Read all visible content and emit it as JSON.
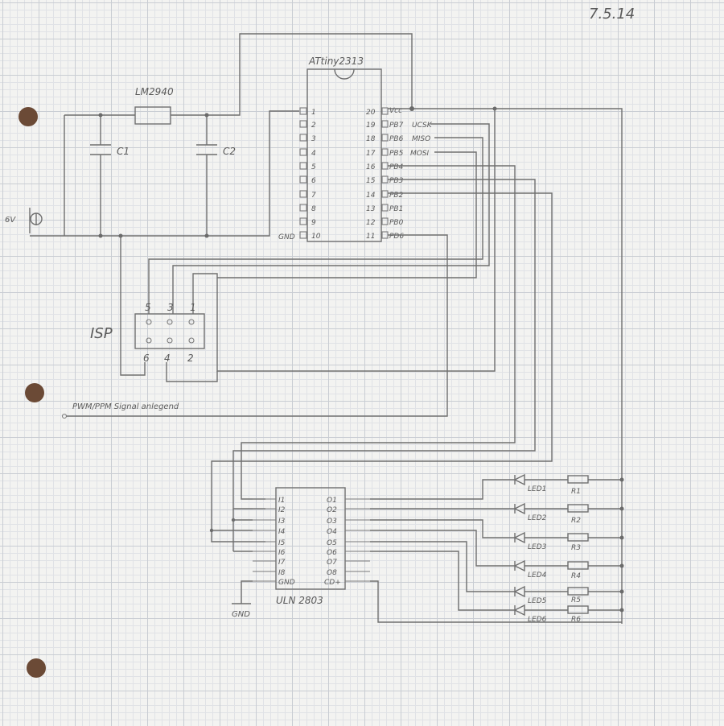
{
  "date": "7.5.14",
  "regulator": "LM2940",
  "caps": [
    "C1",
    "C2"
  ],
  "supply": {
    "voltage": "6V"
  },
  "mcu": {
    "name": "ATtiny2313",
    "left_pins": [
      "1",
      "2",
      "3",
      "4",
      "5",
      "6",
      "7",
      "8",
      "9",
      "10"
    ],
    "right_pins": [
      "20",
      "19",
      "18",
      "17",
      "16",
      "15",
      "14",
      "13",
      "12",
      "11"
    ],
    "right_names": [
      "Vcc",
      "PB7",
      "PB6",
      "PB5",
      "PB4",
      "PB3",
      "PB2",
      "PB1",
      "PB0",
      "PD6"
    ],
    "isp_names": [
      "UCSK",
      "MISO",
      "MOSI"
    ],
    "gnd_label": "GND"
  },
  "isp": {
    "label": "ISP",
    "top_pins": [
      "5",
      "3",
      "1"
    ],
    "bottom_pins": [
      "6",
      "4",
      "2"
    ]
  },
  "signal_label": "PWM/PPM Signal anlegend",
  "driver": {
    "name": "ULN 2803",
    "left_pins": [
      "I1",
      "I2",
      "I3",
      "I4",
      "I5",
      "I6",
      "I7",
      "I8",
      "GND"
    ],
    "right_pins": [
      "O1",
      "O2",
      "O3",
      "O4",
      "O5",
      "O6",
      "O7",
      "O8",
      "CD+"
    ],
    "gnd_label": "GND"
  },
  "leds": [
    "LED1",
    "LED2",
    "LED3",
    "LED4",
    "LED5",
    "LED6"
  ],
  "resistors": [
    "R1",
    "R2",
    "R3",
    "R4",
    "R5",
    "R6"
  ]
}
